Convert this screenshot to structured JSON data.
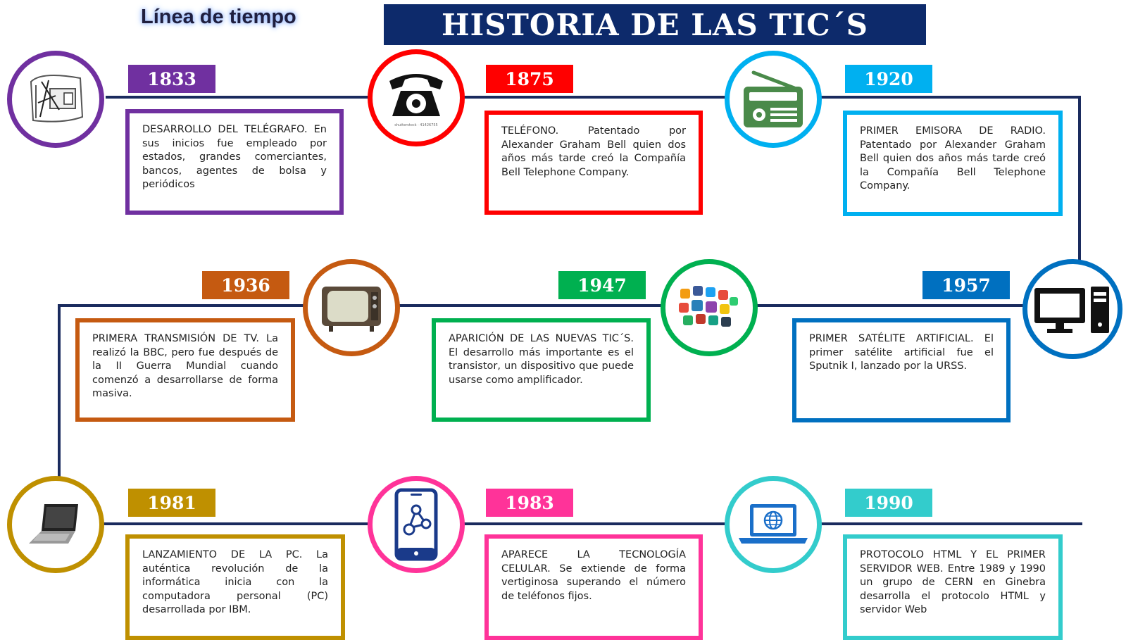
{
  "header": {
    "subtitle": "Línea de tiempo",
    "title": "HISTORIA DE LAS TIC´S"
  },
  "events": [
    {
      "year": "1833",
      "color": "#7030a0",
      "icon": "telegraph-icon",
      "text": "DESARROLLO DEL TELÉGRAFO. En sus inicios fue empleado por estados, grandes comerciantes, bancos, agentes de bolsa y periódicos"
    },
    {
      "year": "1875",
      "color": "#ff0000",
      "icon": "telephone-icon",
      "icon_caption": "shutterstock · 41426755",
      "text": "TELÉFONO. Patentado por Alexander Graham Bell quien dos años más tarde creó la Compañía Bell Telephone Company."
    },
    {
      "year": "1920",
      "color": "#00b0f0",
      "icon": "radio-icon",
      "text": "PRIMER EMISORA DE RADIO. Patentado por Alexander Graham Bell quien dos años más tarde creó la Compañía Bell Telephone Company."
    },
    {
      "year": "1936",
      "color": "#c55a11",
      "icon": "television-icon",
      "text": "PRIMERA TRANSMISIÓN DE TV. La realizó la BBC, pero fue después de la II Guerra Mundial cuando comenzó a desarrollarse de forma masiva."
    },
    {
      "year": "1947",
      "color": "#00b050",
      "icon": "social-media-icon",
      "text": "APARICIÓN DE LAS NUEVAS TIC´S. El desarrollo más importante es el transistor, un dispositivo que puede usarse como amplificador."
    },
    {
      "year": "1957",
      "color": "#0070c0",
      "icon": "desktop-computer-icon",
      "text": "PRIMER SATÉLITE ARTIFICIAL. El primer satélite artificial fue el Sputnik I, lanzado por la URSS."
    },
    {
      "year": "1981",
      "color": "#bf9000",
      "icon": "laptop-icon",
      "text": "LANZAMIENTO DE LA PC. La auténtica revolución de la informática inicia con la computadora personal (PC) desarrollada por IBM."
    },
    {
      "year": "1983",
      "color": "#ff3399",
      "icon": "smartphone-icon",
      "text": "APARECE LA TECNOLOGÍA CELULAR. Se extiende de forma vertiginosa superando el número de teléfonos fijos."
    },
    {
      "year": "1990",
      "color": "#33cccc",
      "icon": "web-laptop-icon",
      "text": "PROTOCOLO HTML Y EL PRIMER SERVIDOR WEB. Entre 1989 y 1990 un grupo de CERN en Ginebra desarrolla el protocolo HTML y servidor Web"
    }
  ]
}
